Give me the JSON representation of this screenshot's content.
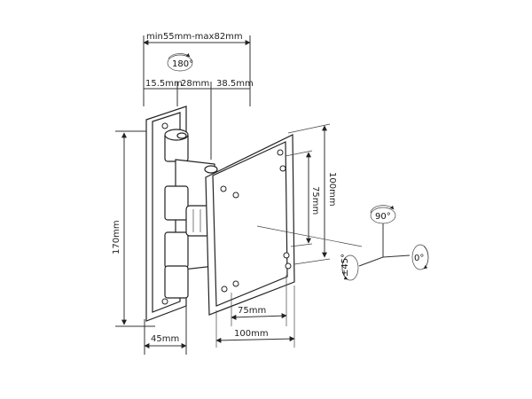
{
  "dimensions": {
    "top_range": "min55mm-max82mm",
    "seg_a": "15.5mm",
    "seg_b": "28mm",
    "seg_c": "38.5mm",
    "height": "170mm",
    "depth": "45mm",
    "vesa_h_outer": "100mm",
    "vesa_h_inner": "75mm",
    "vesa_w_inner": "75mm",
    "vesa_w_outer": "100mm"
  },
  "rotations": {
    "swivel": "180°",
    "rotation": "90°",
    "tilt": "±45°",
    "roll": "0°"
  },
  "colors": {
    "line": "#222222",
    "background": "#ffffff"
  }
}
